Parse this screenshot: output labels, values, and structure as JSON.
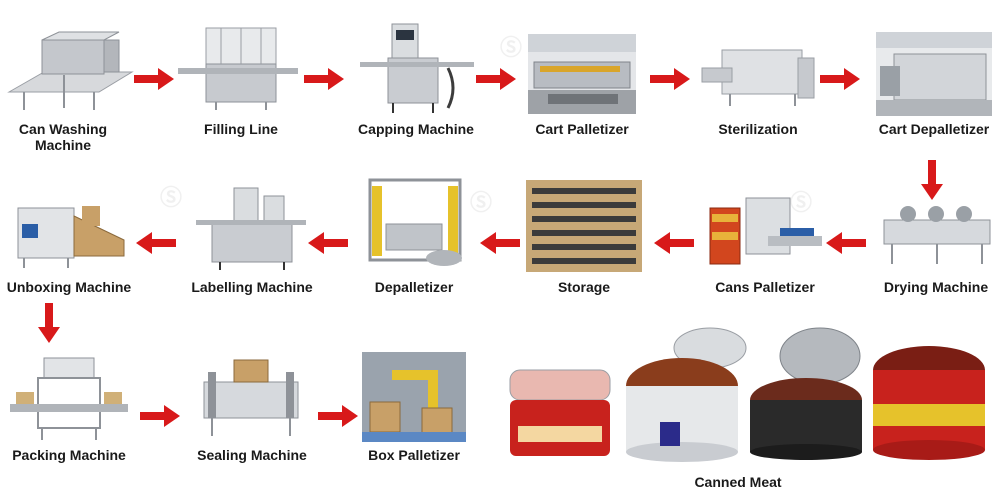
{
  "colors": {
    "arrow": "#d8191a",
    "steel": "#c9ccd1",
    "text": "#1a1a1a"
  },
  "steps": {
    "can_washing": "Can Washing Machine",
    "filling_line": "Filling Line",
    "capping": "Capping Machine",
    "cart_palletizer": "Cart Palletizer",
    "sterilization": "Sterilization",
    "cart_depalletizer": "Cart Depalletizer",
    "drying": "Drying Machine",
    "cans_palletizer": "Cans Palletizer",
    "storage": "Storage",
    "depalletizer": "Depalletizer",
    "labelling": "Labelling Machine",
    "unboxing": "Unboxing Machine",
    "packing": "Packing Machine",
    "sealing": "Sealing Machine",
    "box_palletizer": "Box Palletizer",
    "canned_meat": "Canned Meat"
  }
}
